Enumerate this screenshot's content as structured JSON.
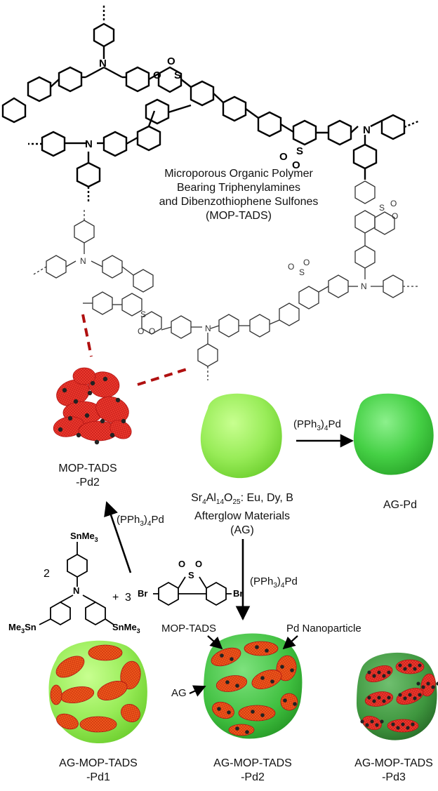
{
  "polymer": {
    "line1": "Microporous Organic Polymer",
    "line2": "Bearing Triphenylamines",
    "line3": "and Dibenzothiophene Sulfones",
    "line4": "(MOP-TADS)"
  },
  "atoms": {
    "N": "N",
    "S": "S",
    "O": "O",
    "Br": "Br",
    "SnMe3": "SnMe",
    "sub3": "3",
    "Me3Sn": "Me",
    "Sn": "Sn"
  },
  "reagent": {
    "pre": "(PPh",
    "sub": "3",
    "mid": ")",
    "sub2": "4",
    "post": "Pd"
  },
  "ag": {
    "formula_sr": "Sr",
    "sub4": "4",
    "formula_al": "Al",
    "sub14": "14",
    "formula_o": "O",
    "sub25": "25",
    "formula_tail": ": Eu, Dy, B",
    "line2": "Afterglow Materials",
    "line3": "(AG)"
  },
  "labels": {
    "ag_pd": "AG-Pd",
    "mop_pd2_a": "MOP-TADS",
    "mop_pd2_b": "-Pd2",
    "coef_a": "2",
    "plus": "+",
    "coef_b": "3",
    "callout_mop": "MOP-TADS",
    "callout_pd": "Pd Nanoparticle",
    "callout_ag": "AG",
    "p1a": "AG-MOP-TADS",
    "p1b": "-Pd1",
    "p2a": "AG-MOP-TADS",
    "p2b": "-Pd2",
    "p3a": "AG-MOP-TADS",
    "p3b": "-Pd3"
  },
  "colors": {
    "ag_green": "#9df060",
    "agpd_green": "#4fd24f",
    "mop_red": "#e8322c",
    "pd_dark": "#222222",
    "dash_red": "#b01010"
  }
}
